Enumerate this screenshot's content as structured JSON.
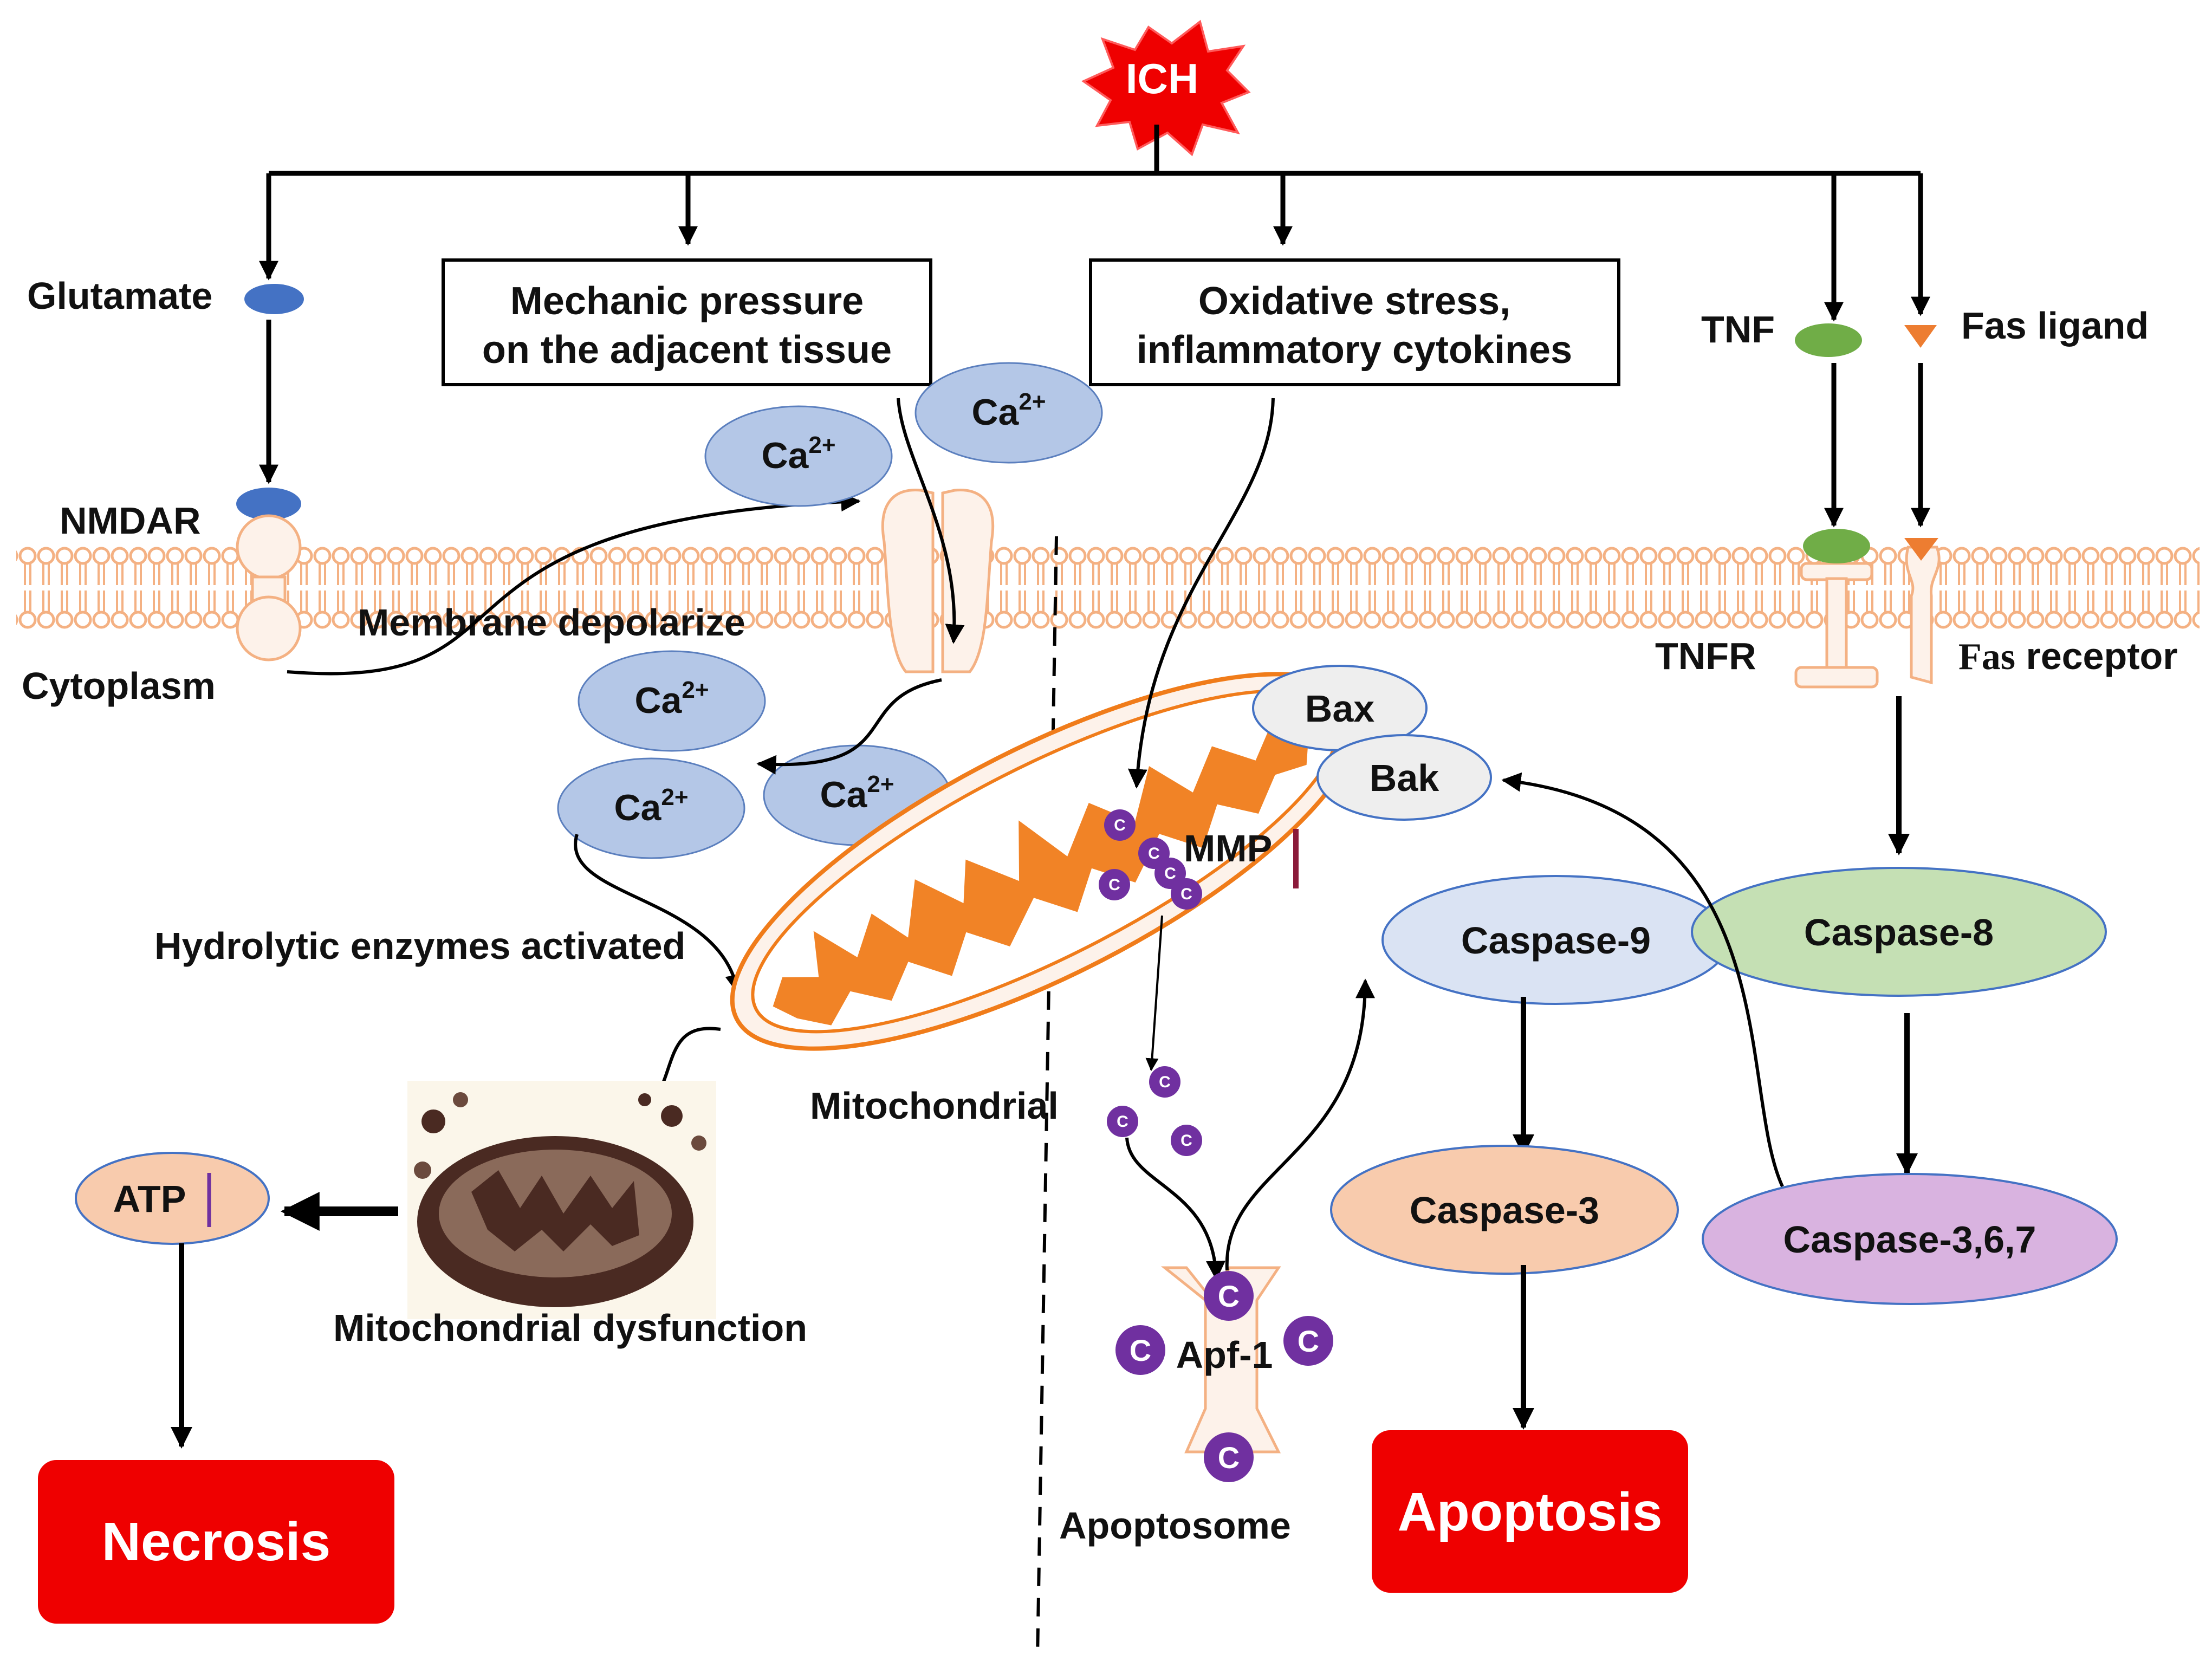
{
  "title": "ICH",
  "inputs": {
    "glutamate": "Glutamate",
    "nmdar": "NMDAR",
    "cytoplasm": "Cytoplasm",
    "tnf": "TNF",
    "fas_ligand": "Fas ligand",
    "tnfr": "TNFR",
    "fas_receptor_prefix": "Fas",
    "fas_receptor_suffix": " receptor"
  },
  "boxes": {
    "mechanic_line1": "Mechanic pressure",
    "mechanic_line2": "on the adjacent tissue",
    "oxidative_line1": "Oxidative stress,",
    "oxidative_line2": "inflammatory cytokines"
  },
  "calcium": {
    "base": "Ca",
    "charge": "2+"
  },
  "labels": {
    "membrane_depolarize": "Membrane depolarize",
    "hydrolytic": "Hydrolytic enzymes activated",
    "mitochondrial": "Mitochondrial",
    "mito_dysfunction": "Mitochondrial dysfunction",
    "mmp": "MMP",
    "apf1": "Apf-1",
    "apoptosome": "Apoptosome",
    "cytochrome_c": "C"
  },
  "proteins": {
    "bax": "Bax",
    "bak": "Bak",
    "atp": "ATP",
    "caspase9": "Caspase-9",
    "caspase3": "Caspase-3",
    "caspase8": "Caspase-8",
    "caspase367": "Caspase-3,6,7"
  },
  "outcomes": {
    "necrosis": "Necrosis",
    "apoptosis": "Apoptosis"
  },
  "colors": {
    "outcome_red": "#ef0000",
    "calcium_blue": "#b4c7e7",
    "receptor_blue": "#4472c4",
    "tnf_green": "#70ad47",
    "fas_orange": "#ed7d31",
    "cytc_purple": "#7030a0",
    "mito_orange": "#f07c1a",
    "membrane_orange": "#f4b183",
    "caspase9_fill": "#dae3f3",
    "caspase3_fill": "#f8cbad",
    "caspase8_fill": "#c5e0b4",
    "caspase367_fill": "#d9b3e0"
  }
}
